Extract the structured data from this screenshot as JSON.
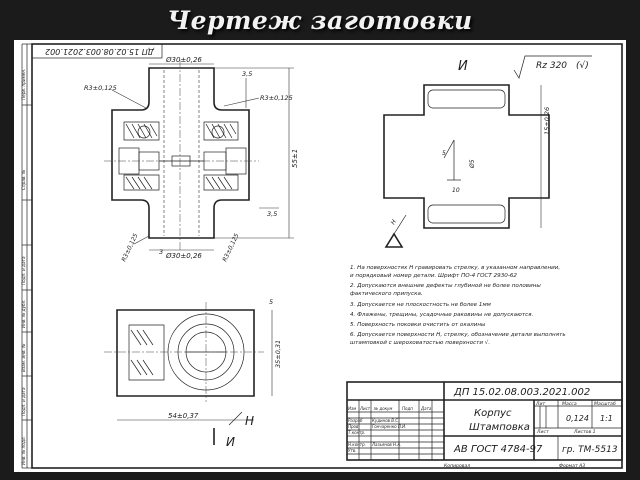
{
  "slide": {
    "title": "Чертеж заготовки"
  },
  "stamp_rotated": "ДП 15.02.08.003.2021.002",
  "left_strip": {
    "top": [
      "Перв. примен.",
      "Справ. №"
    ],
    "bottom": [
      "Подп. и дата",
      "Инв. № дубл.",
      "Взам. инв. №",
      "Подп. и дата",
      "Инв. № подл."
    ]
  },
  "view_letters": {
    "view_i_top": "И",
    "view_h": "Н",
    "view_i_bottom": "И"
  },
  "roughness": {
    "value": "Rz 320",
    "mark": "(√)"
  },
  "dimensions": {
    "d_top": "Ø30±0,26",
    "d_bottom": "Ø30±0,26",
    "r_top_left": "R3±0,125",
    "r_top_right": "R3±0,125",
    "r_bottom_left": "R3±0,125",
    "r_bottom_right": "R3±0,125",
    "t_top": "3,5",
    "t_bottom": "3,5",
    "t_bottom_small": "3",
    "height": "55±1",
    "width_bottom": "54±0,37",
    "height_bottom": "35±0,31",
    "flange_height": "5",
    "right_view_height": "15±0,26",
    "mark_45": "45°",
    "mark_5": "5",
    "mark_d25": "Ø5",
    "mark_10": "10",
    "mark_h": "Н"
  },
  "notes": [
    "1. На поверхностях Н гравировать стрелку, в указанном направлении,",
    "    и порядковый номер детали. Шрифт ПО-4 ГОСТ 2930-62",
    "2. Допускаются внешние дефекты глубиной не более половины",
    "    фактического припуска.",
    "3. Допускается не плоскостность не более 1мм",
    "4. Флажены, трещины, усадочные раковины не допускаются.",
    "5. Поверхность поковки очистить от окалины",
    "6. Допускается поверхности Н, стрелку, обозначение детали выполнять",
    "    штамповкой с шероховатостью поверхности √."
  ],
  "title_block": {
    "doc_number": "ДП 15.02.08.003.2021.002",
    "name_line1": "Корпус",
    "name_line2": "Штамповка",
    "material": "АВ ГОСТ 4784-97",
    "group": "гр. ТМ-5513",
    "headers": {
      "lit": "Лит",
      "mass": "Масса",
      "scale": "Масштаб"
    },
    "mass": "0,124",
    "scale": "1:1",
    "sheet_label": "Лист",
    "sheets_label": "Листов 1",
    "roles": [
      "Изм",
      "Разраб",
      "Пров",
      "Т.контр.",
      "",
      "Н.контр.",
      "Утв."
    ],
    "names": [
      "",
      "Кудинов В.С.",
      "Гончаренко П.И.",
      "",
      "",
      "Лазьянов Н.А.",
      ""
    ],
    "col_headers": [
      "Изм",
      "Лист",
      "№ докум",
      "Подп",
      "Дата"
    ],
    "copied": "Копировал",
    "format": "Формат А3"
  }
}
